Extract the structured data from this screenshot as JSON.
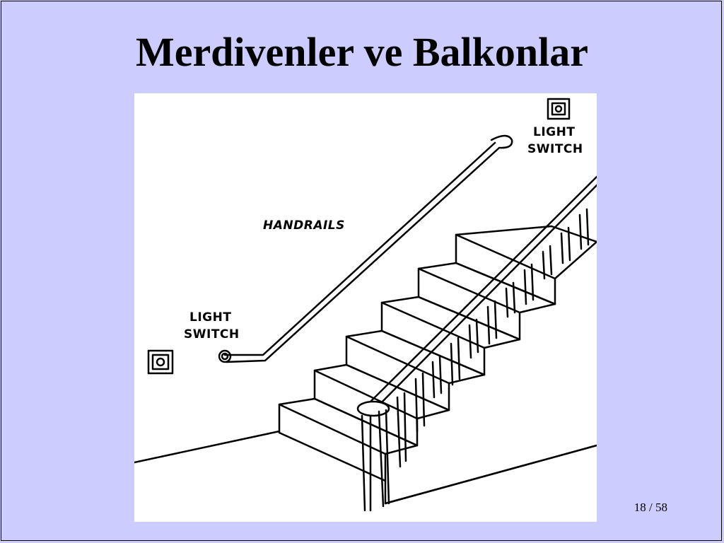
{
  "slide": {
    "title": "Merdivenler ve Balkonlar",
    "page_current": "18",
    "page_separator": " / ",
    "page_total": "58"
  },
  "illustration": {
    "labels": {
      "light_switch_top_line1": "LIGHT",
      "light_switch_top_line2": "SWITCH",
      "handrails": "HANDRAILS",
      "light_switch_left_line1": "LIGHT",
      "light_switch_left_line2": "SWITCH"
    }
  },
  "colors": {
    "background": "#ccccff",
    "ink": "#000000",
    "paper": "#ffffff"
  }
}
